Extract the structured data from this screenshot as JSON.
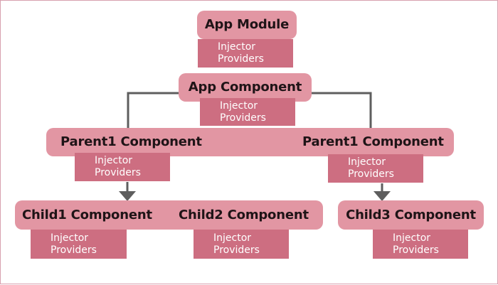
{
  "diagram": {
    "app_module": {
      "title": "App Module",
      "injector": "Injector",
      "providers": "Providers"
    },
    "app_component": {
      "title": "App Component",
      "injector": "Injector",
      "providers": "Providers"
    },
    "parent_left": {
      "title": "Parent1 Component",
      "injector": "Injector",
      "providers": "Providers"
    },
    "parent_right": {
      "title": "Parent1 Component",
      "injector": "Injector",
      "providers": "Providers"
    },
    "child1": {
      "title": "Child1 Component",
      "injector": "Injector",
      "providers": "Providers"
    },
    "child2": {
      "title": "Child2 Component",
      "injector": "Injector",
      "providers": "Providers"
    },
    "child3": {
      "title": "Child3 Component",
      "injector": "Injector",
      "providers": "Providers"
    }
  },
  "colors": {
    "node_fill": "#e296a3",
    "sub_fill": "#cd6e81",
    "connector": "#5e5e5e",
    "border": "#d8a0ae"
  }
}
